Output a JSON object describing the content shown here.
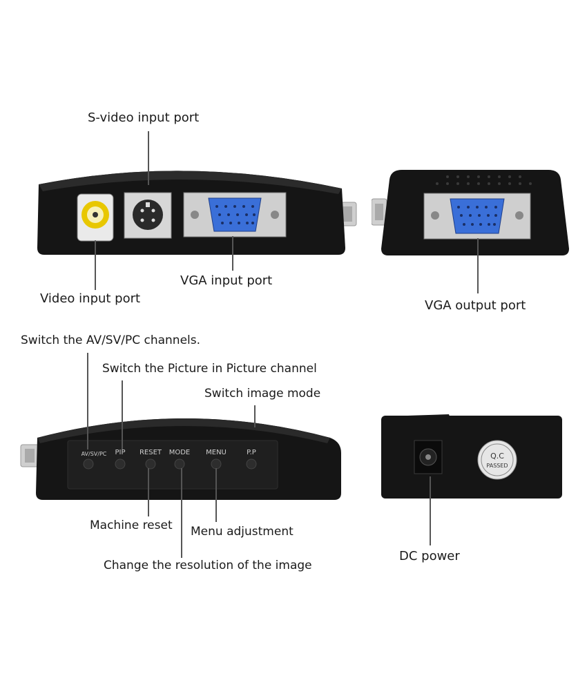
{
  "callouts": {
    "svideo_input": "S-video input port",
    "video_input": "Video input port",
    "vga_input": "VGA input port",
    "vga_output": "VGA output port",
    "switch_channels": "Switch the AV/SV/PC channels.",
    "switch_pip": "Switch the Picture in Picture channel",
    "switch_mode": "Switch image mode",
    "machine_reset": "Machine reset",
    "menu_adjustment": "Menu adjustment",
    "change_resolution": "Change the resolution of the image",
    "dc_power": "DC power"
  },
  "buttons": {
    "avsvpc": "AV/SV/PC",
    "pip": "PIP",
    "reset": "RESET",
    "mode": "MODE",
    "menu": "MENU",
    "pp": "P.P"
  },
  "badge": {
    "line1": "Q.C",
    "line2": "PASSED"
  },
  "colors": {
    "device_body": "#141414",
    "vga_connector": "#3a6fd8",
    "rca_ring": "#e8c700"
  }
}
